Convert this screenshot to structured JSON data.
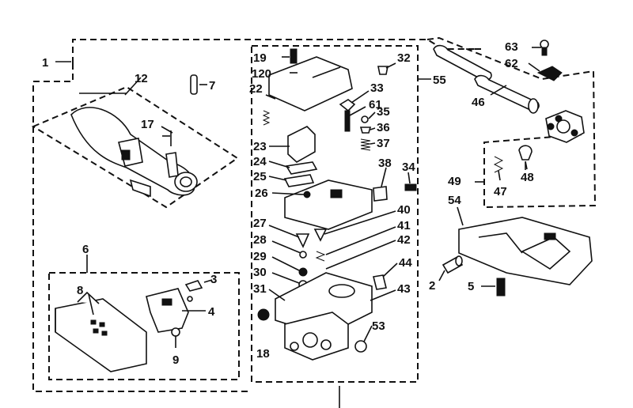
{
  "labels": {
    "l1": "1",
    "l2": "2",
    "l3": "3",
    "l4": "4",
    "l5": "5",
    "l6": "6",
    "l7": "7",
    "l8": "8",
    "l9": "9",
    "l12": "12",
    "l17": "17",
    "l18": "18",
    "l19": "19",
    "l20": "120",
    "l22": "22",
    "l23": "23",
    "l24": "24",
    "l25": "25",
    "l26": "26",
    "l27": "27",
    "l28": "28",
    "l29": "29",
    "l30": "30",
    "l31": "31",
    "l32": "32",
    "l33": "33",
    "l34": "34",
    "l35": "35",
    "l36": "36",
    "l37": "37",
    "l38": "38",
    "l40": "40",
    "l41": "41",
    "l42": "42",
    "l43": "43",
    "l44": "44",
    "l46": "46",
    "l47": "47",
    "l48": "48",
    "l49": "49",
    "l53": "53",
    "l54": "54",
    "l55": "55",
    "l61": "61",
    "l62": "62",
    "l63": "63"
  }
}
